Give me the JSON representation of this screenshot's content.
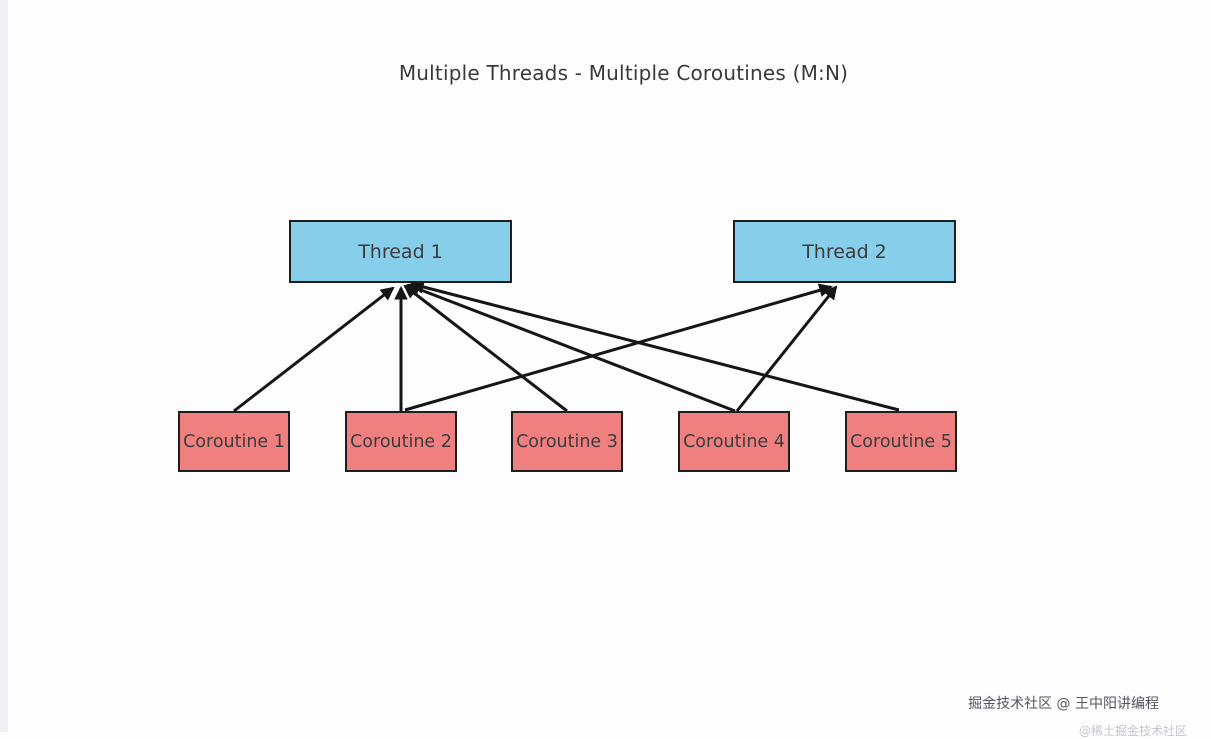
{
  "page": {
    "background": "#fdfdfe",
    "left_strip_color": "#f0f0f4"
  },
  "diagram": {
    "title": "Multiple Threads - Multiple Coroutines (M:N)",
    "model": "M:N",
    "colors": {
      "thread_fill": "#87ceeb",
      "coroutine_fill": "#f08080",
      "node_border": "#1e1e1e",
      "arrow": "#161616"
    },
    "threads": [
      {
        "id": "t1",
        "label": "Thread 1"
      },
      {
        "id": "t2",
        "label": "Thread 2"
      }
    ],
    "coroutines": [
      {
        "id": "c1",
        "label": "Coroutine 1"
      },
      {
        "id": "c2",
        "label": "Coroutine 2"
      },
      {
        "id": "c3",
        "label": "Coroutine 3"
      },
      {
        "id": "c4",
        "label": "Coroutine 4"
      },
      {
        "id": "c5",
        "label": "Coroutine 5"
      }
    ],
    "edges": [
      {
        "from": "c1",
        "to": "t1"
      },
      {
        "from": "c2",
        "to": "t1"
      },
      {
        "from": "c3",
        "to": "t1"
      },
      {
        "from": "c4",
        "to": "t1"
      },
      {
        "from": "c5",
        "to": "t1"
      },
      {
        "from": "c2",
        "to": "t2"
      },
      {
        "from": "c4",
        "to": "t2"
      }
    ]
  },
  "watermarks": {
    "primary": "掘金技术社区 @ 王中阳讲编程",
    "secondary": "@稀土掘金技术社区"
  }
}
